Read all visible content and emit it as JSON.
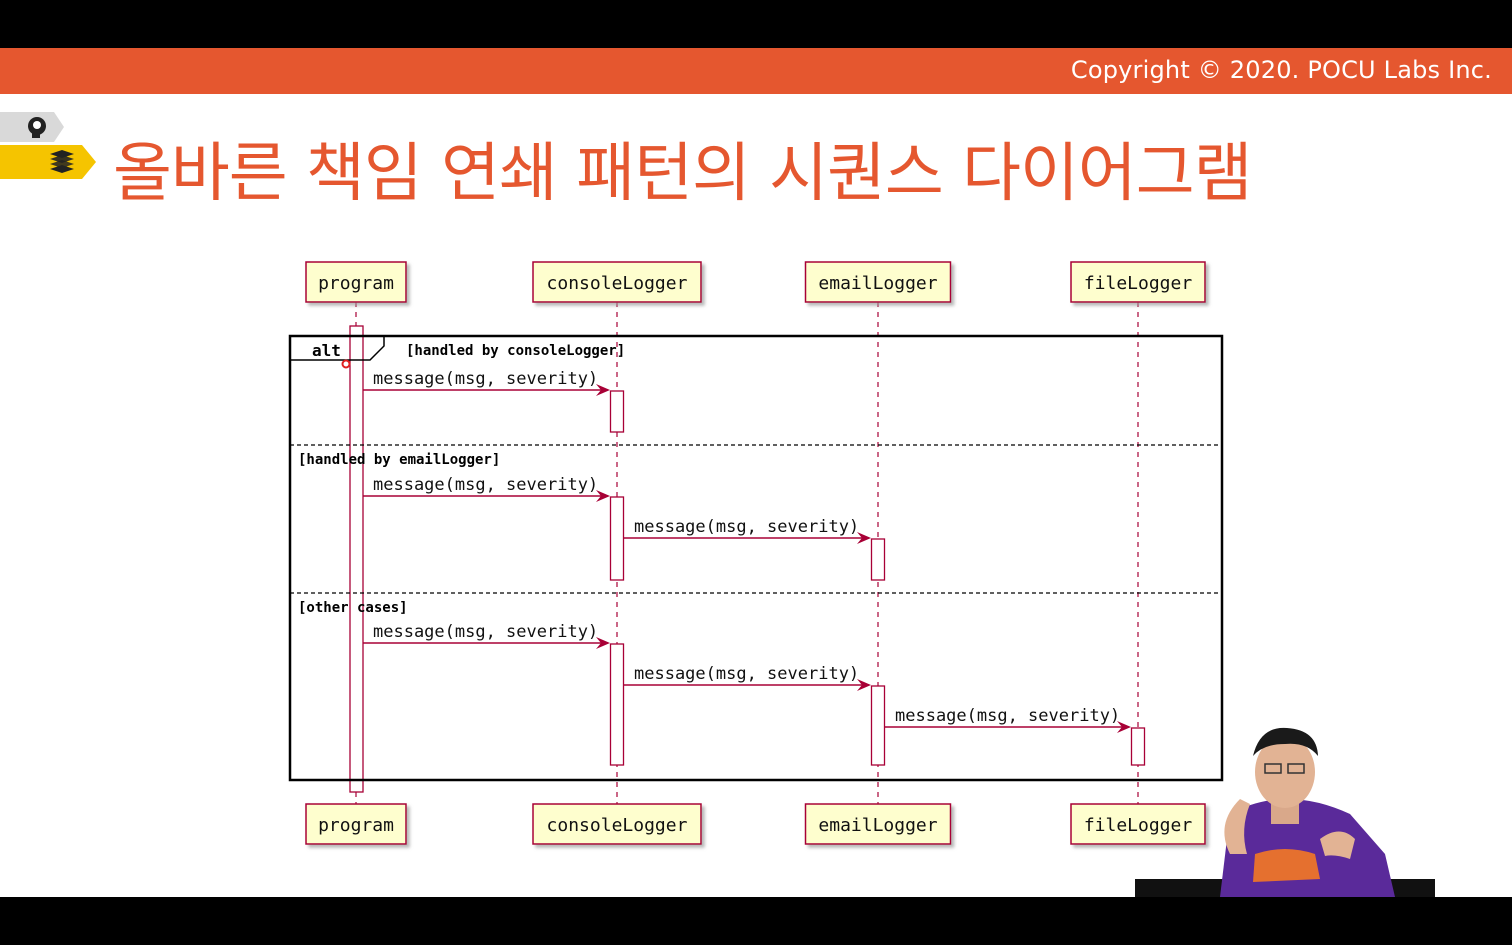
{
  "header": {
    "copyright": "Copyright © 2020. POCU Labs Inc."
  },
  "title": "올바른 책임 연쇄 패턴의 시퀀스 다이어그램",
  "icons": {
    "grey_badge": "head-gears-icon",
    "yellow_badge": "stack-layers-icon"
  },
  "colors": {
    "accent": "#e5572f",
    "participant_fill": "#fefece",
    "participant_border": "#a80036",
    "arrow": "#a80036"
  },
  "diagram": {
    "participants": [
      "program",
      "consoleLogger",
      "emailLogger",
      "fileLogger"
    ],
    "fragment": {
      "keyword": "alt",
      "sections": [
        {
          "guard": "[handled by consoleLogger]",
          "messages": [
            {
              "from": 0,
              "to": 1,
              "label": "message(msg, severity)"
            }
          ]
        },
        {
          "guard": "[handled by emailLogger]",
          "messages": [
            {
              "from": 0,
              "to": 1,
              "label": "message(msg, severity)"
            },
            {
              "from": 1,
              "to": 2,
              "label": "message(msg, severity)"
            }
          ]
        },
        {
          "guard": "[other cases]",
          "messages": [
            {
              "from": 0,
              "to": 1,
              "label": "message(msg, severity)"
            },
            {
              "from": 1,
              "to": 2,
              "label": "message(msg, severity)"
            },
            {
              "from": 2,
              "to": 3,
              "label": "message(msg, severity)"
            }
          ]
        }
      ]
    }
  }
}
